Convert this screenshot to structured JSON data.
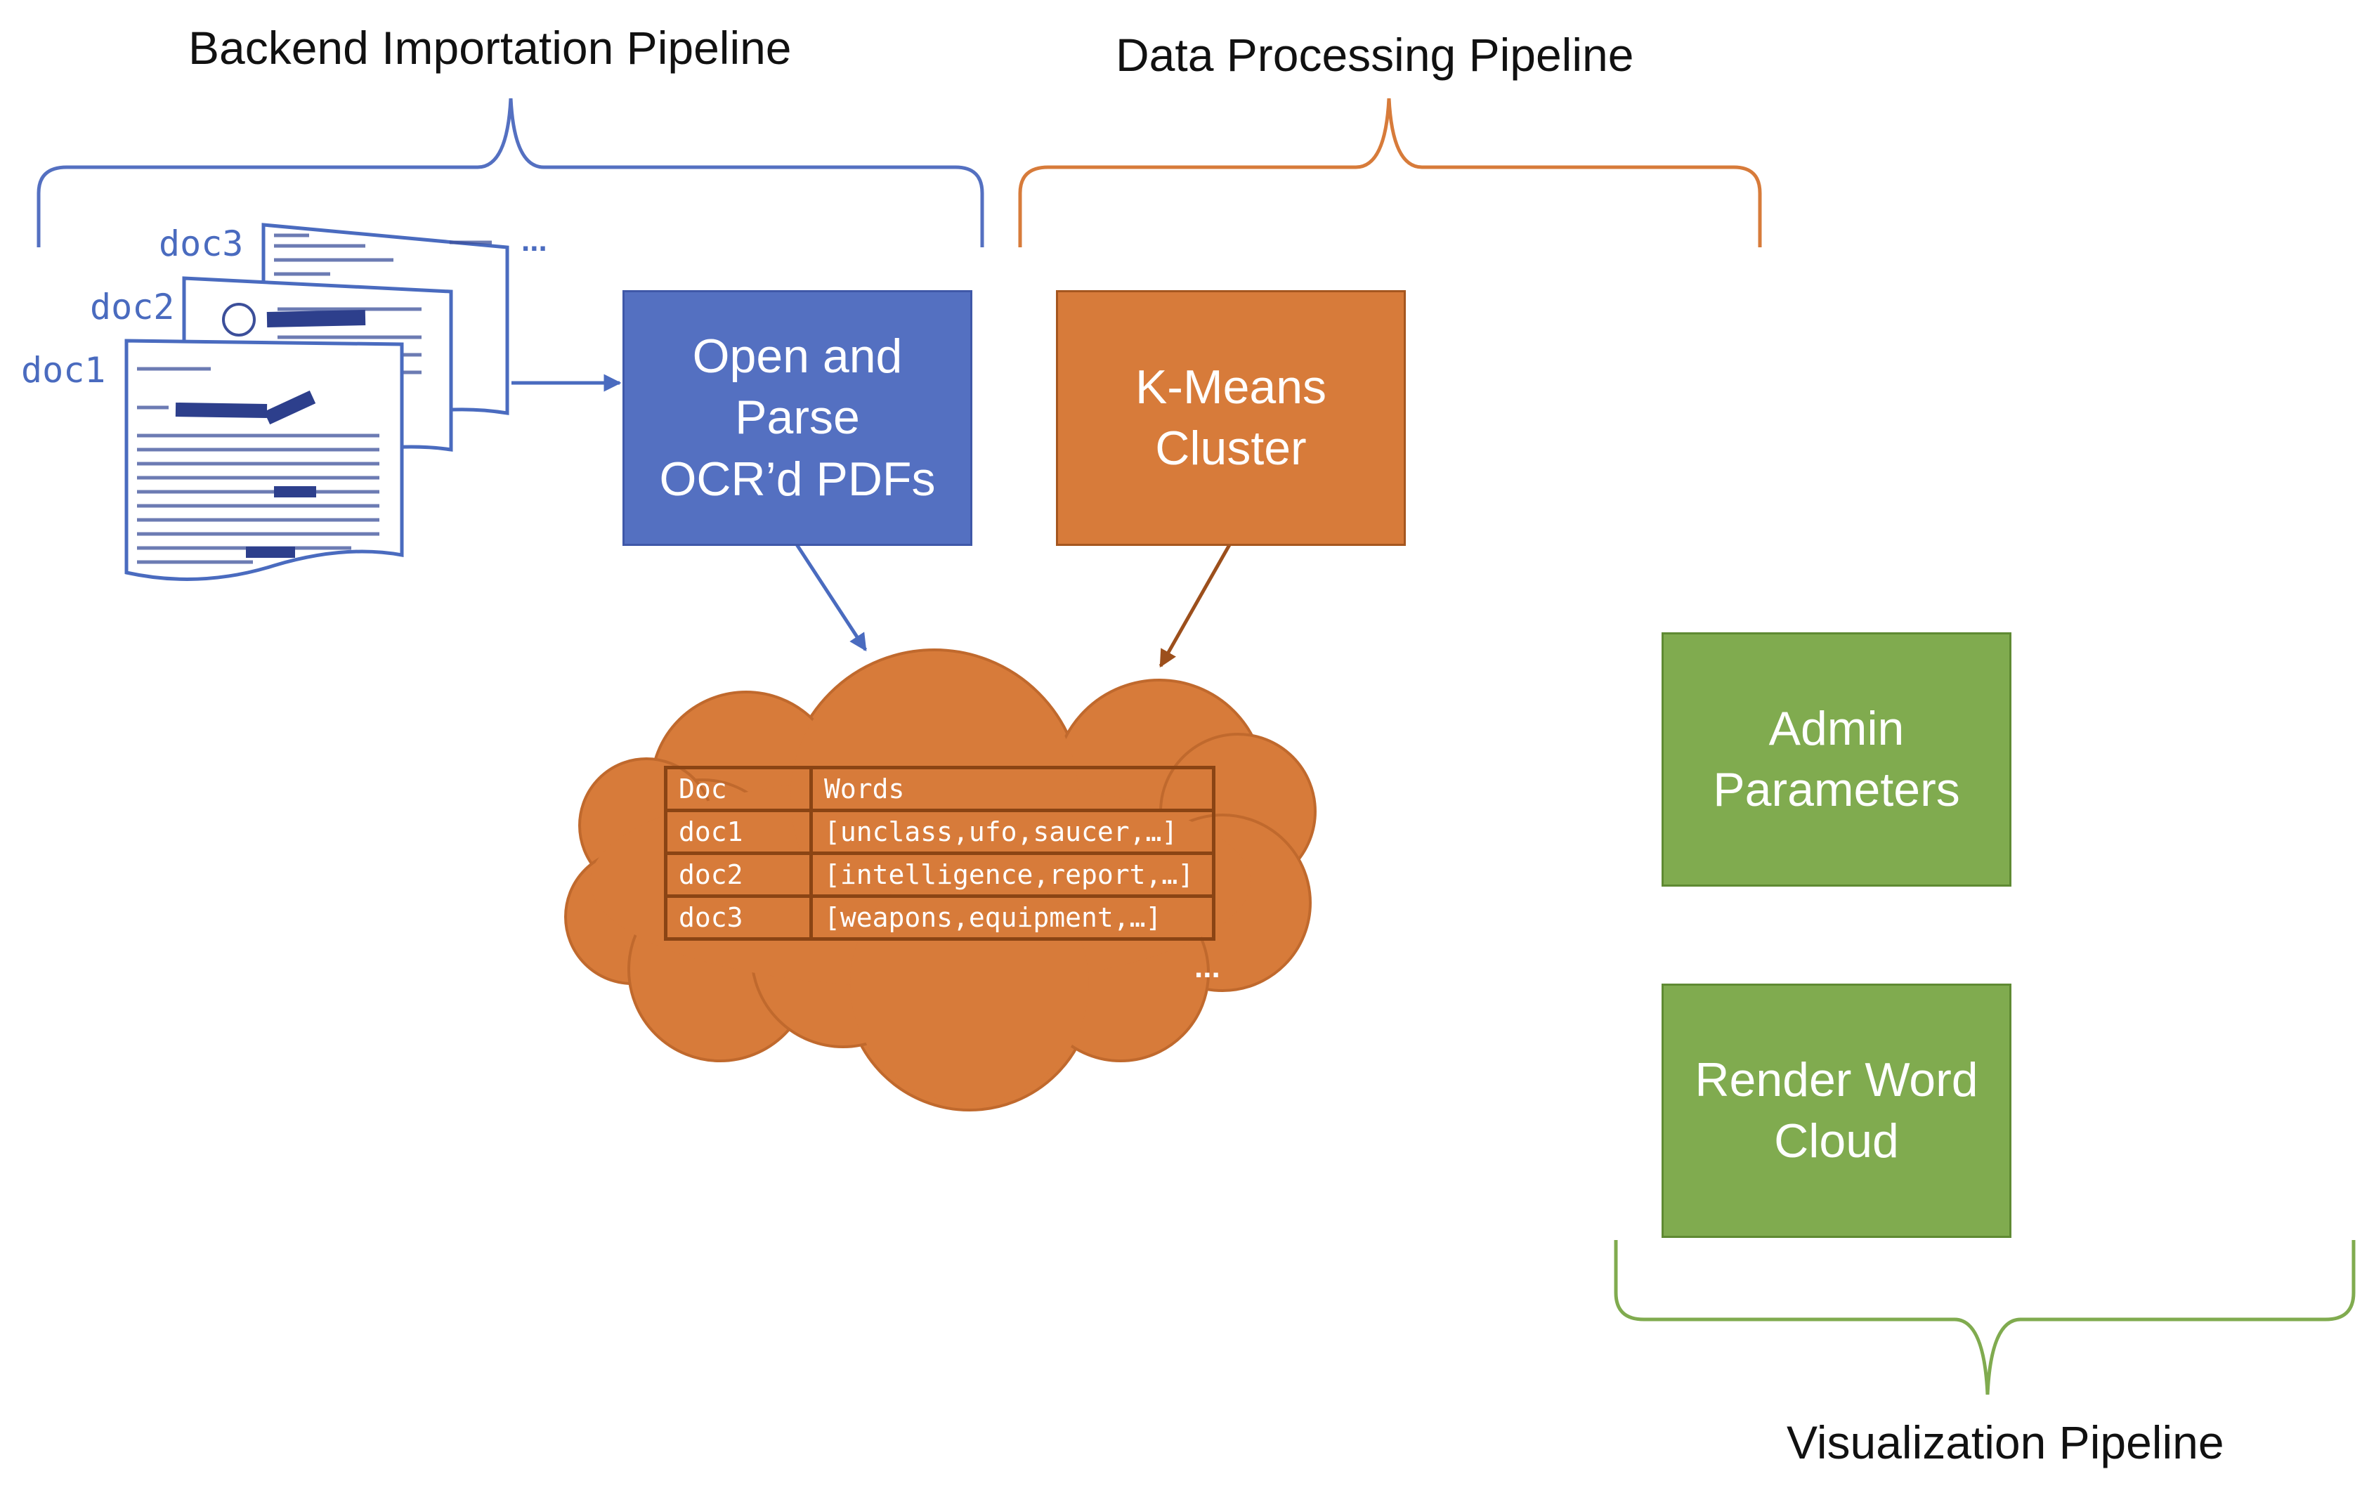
{
  "pipelines": {
    "backend_title": "Backend Importation Pipeline",
    "processing_title": "Data Processing Pipeline",
    "visualization_title": "Visualization Pipeline"
  },
  "documents": {
    "labels": [
      "doc3",
      "doc2",
      "doc1"
    ],
    "more": "..."
  },
  "boxes": {
    "open_parse": [
      "Open and",
      "Parse",
      "OCR’d PDFs"
    ],
    "kmeans": [
      "K-Means",
      "Cluster"
    ],
    "admin": [
      "Admin",
      "Parameters"
    ],
    "render": [
      "Render Word",
      "Cloud"
    ]
  },
  "table": {
    "headers": [
      "Doc",
      "Words"
    ],
    "rows": [
      [
        "doc1",
        "[unclass,ufo,saucer,…]"
      ],
      [
        "doc2",
        "[intelligence,report,…]"
      ],
      [
        "doc3",
        "[weapons,equipment,…]"
      ]
    ],
    "more": "..."
  },
  "colors": {
    "blue": "#5470c1",
    "orange": "#d77b3a",
    "green": "#80ab4f",
    "dark_orange": "#8a4414"
  }
}
